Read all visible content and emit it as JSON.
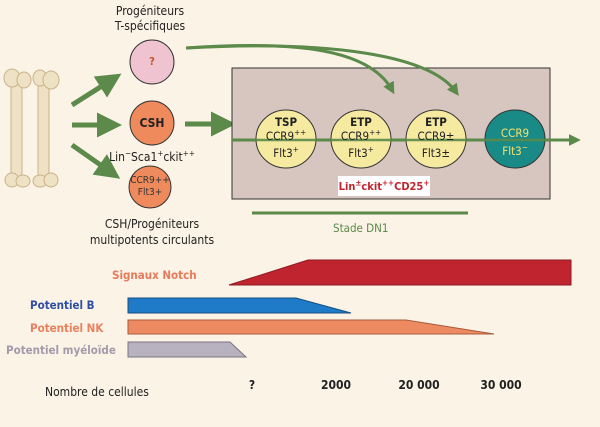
{
  "progenitors_t": {
    "title_line1": "Progéniteurs",
    "title_line2": "T-spécifiques",
    "node_label": "?"
  },
  "csh": {
    "node_label": "CSH",
    "markers": {
      "base": "Lin",
      "sup1": "−",
      "mid1": "Sca1",
      "sup2": "+",
      "mid2": "ckit",
      "sup3": "++"
    }
  },
  "circulating": {
    "node_label_line1": "CCR9++",
    "node_label_line2": "Flt3+",
    "caption_line1": "CSH/Progéniteurs",
    "caption_line2": "multipotents circulants"
  },
  "thymus_cells": [
    {
      "name": "TSP",
      "line1_base": "CCR9",
      "line1_sup": "++",
      "line2_base": "Flt3",
      "line2_sup": "+"
    },
    {
      "name": "ETP",
      "line1_base": "CCR9",
      "line1_sup": "++",
      "line2_base": "Flt3",
      "line2_sup": "+"
    },
    {
      "name": "ETP",
      "line1_base": "CCR9±",
      "line1_sup": "",
      "line2_base": "Flt3±",
      "line2_sup": ""
    },
    {
      "name": "",
      "line1_base": "CCR9",
      "line1_sup": "",
      "line2_base": "Flt3",
      "line2_sup": "−"
    }
  ],
  "phenotype_box": {
    "base1": "Lin",
    "sup1": "±",
    "base2": "ckit",
    "sup2": "++",
    "base3": "CD25",
    "sup3": "+"
  },
  "stage_label": "Stade DN1",
  "signals": [
    {
      "label": "Signaux Notch",
      "color": "#e87a5b"
    },
    {
      "label": "Potentiel B",
      "color": "#2f4fa3"
    },
    {
      "label": "Potentiel NK",
      "color": "#e9805e"
    },
    {
      "label": "Potentiel myéloïde",
      "color": "#a39aaa"
    }
  ],
  "cell_counts": {
    "label": "Nombre de cellules",
    "values": [
      "?",
      "2000",
      "20 000",
      "30 000"
    ]
  },
  "colors": {
    "background": "#fbf3e6",
    "thymus_box": "#d6c6bf",
    "arrow_green": "#5b8a4a",
    "notch_red": "#c0252f",
    "b_blue": "#1f7ac8",
    "nk_orange": "#ee8a62",
    "myeloid_grey": "#b8b2c0",
    "yellow_cell": "#f5eaa0",
    "teal_cell": "#1a8a86",
    "csh_orange": "#ef8a5c",
    "pink_cell": "#efc3cf"
  }
}
